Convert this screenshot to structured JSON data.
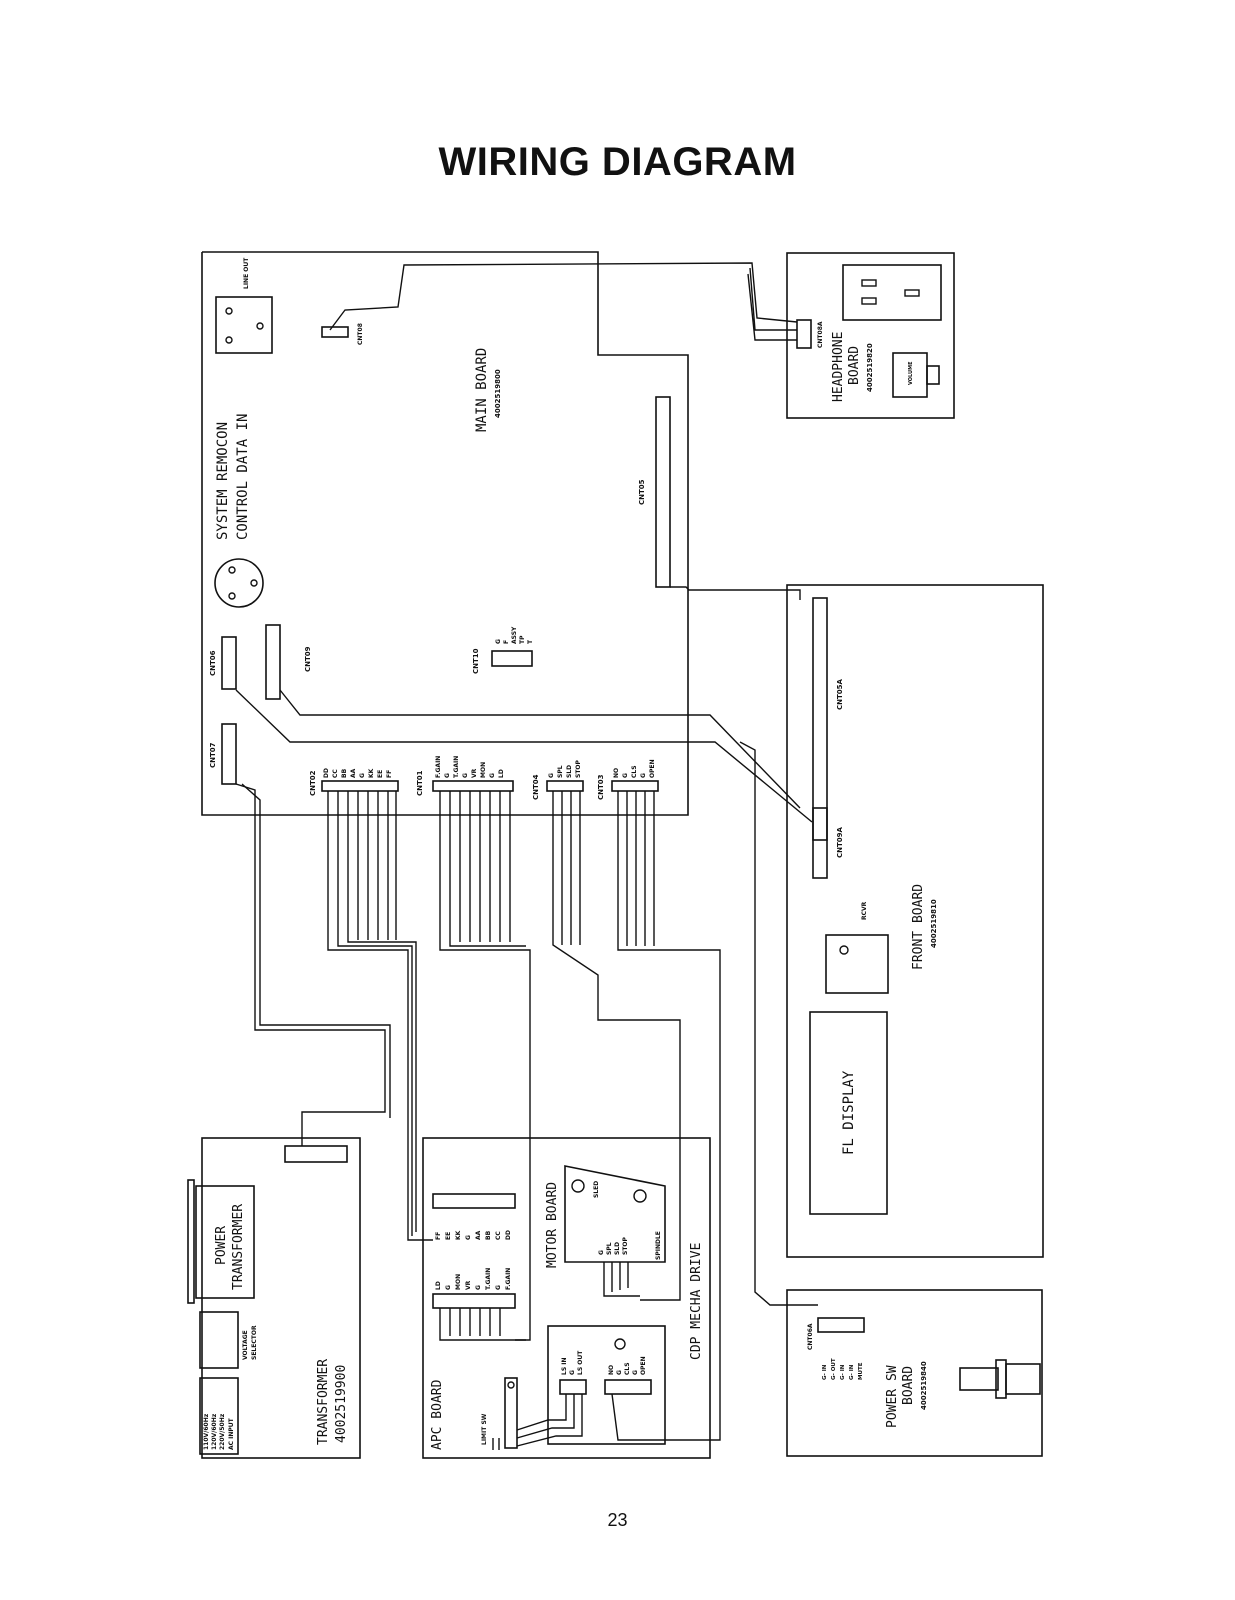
{
  "title": "WIRING DIAGRAM",
  "page_number": "23",
  "main_board": {
    "name": "MAIN BOARD",
    "part_no": "4002519800",
    "remocon_line1": "SYSTEM REMOCON",
    "remocon_line2": "CONTROL DATA IN",
    "line_out": "LINE OUT",
    "cnt_top": "CNT08",
    "cnt05": "CNT05",
    "cnt10": "CNT10",
    "cnt10_pins": [
      "G",
      "F",
      "ASSY",
      "TP",
      "T"
    ],
    "cnt06": "CNT06",
    "cnt09": "CNT09",
    "cnt07": "CNT07",
    "cnt02": "CNT02",
    "cnt02_pins": [
      "DD",
      "CC",
      "BB",
      "AA",
      "G",
      "KK",
      "EE",
      "FF"
    ],
    "cnt01": "CNT01",
    "cnt01_pins": [
      "F.GAIN",
      "G",
      "T.GAIN",
      "G",
      "VR",
      "MON",
      "G",
      "LD"
    ],
    "cnt04": "CNT04",
    "cnt04_pins": [
      "G",
      "SPL",
      "SLD",
      "STOP"
    ],
    "cnt03": "CNT03",
    "cnt03_pins": [
      "NO",
      "G",
      "CLS",
      "G",
      "OPEN"
    ]
  },
  "headphone_board": {
    "name": "HEADPHONE",
    "name2": "BOARD",
    "part_no": "4002519820",
    "connector": "CNT08A",
    "volume": "VOLUME"
  },
  "front_board": {
    "name": "FRONT BOARD",
    "part_no": "4002519810",
    "cnt05a": "CNT05A",
    "cnt09a": "CNT09A",
    "rcvr": "RCVR",
    "fl_display": "FL DISPLAY"
  },
  "power_sw_board": {
    "name": "POWER SW",
    "name2": "BOARD",
    "part_no": "4002519840",
    "connector": "CNT06A",
    "pins": [
      "G- IN",
      "G- OUT",
      "G- IN",
      "G- IN",
      "MUTE"
    ]
  },
  "transformer": {
    "name": "TRANSFORMER",
    "part_no": "4002519900",
    "power_line1": "POWER",
    "power_line2": "TRANSFORMER",
    "voltage_line1": "VOLTAGE",
    "voltage_line2": "SELECTOR",
    "rating1": "110V/60Hz",
    "rating2": "120V/60Hz",
    "rating3": "220V/50Hz",
    "ac_input": "AC INPUT"
  },
  "cdp": {
    "name": "CDP MECHA DRIVE",
    "apc_board": "APC BOARD",
    "motor_board": "MOTOR BOARD",
    "limit_sw": "LIMIT SW",
    "apc_top_pins": [
      "FF",
      "EE",
      "KK",
      "G",
      "AA",
      "BB",
      "CC",
      "DD"
    ],
    "apc_bottom_pins": [
      "LD",
      "G",
      "MON",
      "VR",
      "G",
      "T.GAIN",
      "G",
      "F.GAIN"
    ],
    "motor_pins": [
      "G",
      "SPL",
      "SLD",
      "STOP"
    ],
    "sled": "SLED",
    "spindle": "SPINDLE",
    "ls_pins": [
      "LS IN",
      "G",
      "LS OUT"
    ],
    "tray_pins": [
      "NO",
      "G",
      "CLS",
      "G",
      "OPEN"
    ]
  }
}
